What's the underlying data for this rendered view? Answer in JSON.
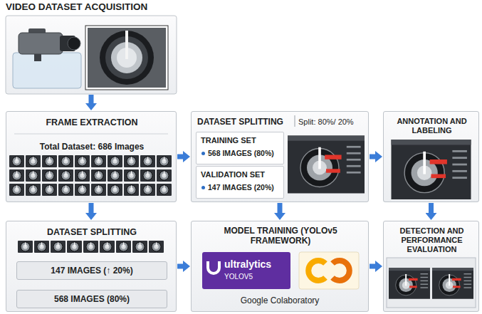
{
  "diagram": {
    "nodes": [
      {
        "text": [
          "VIDEO DATASET ACQUISITION"
        ]
      },
      {
        "text": [
          "FRAME EXTRACTION",
          "Total Dataset: 686 Images"
        ]
      },
      {
        "text": [
          "DATASET SPLITTING",
          "Split: 80%/ 20%"
        ]
      },
      {
        "text": [
          "TRAINING SET",
          "568 IMAGES (80%)"
        ],
        "in": 2
      },
      {
        "text": [
          "VALIDATION SET",
          "147 IMAGES (20%)"
        ],
        "in": 2
      },
      {
        "text": [
          "ANNOTATION AND LABELING"
        ]
      },
      {
        "text": [
          "DATASET SPLITTING"
        ]
      },
      {
        "text": [
          "147 IMAGES (↑ 20%)"
        ],
        "in": 6
      },
      {
        "text": [
          "568 IMAGES (80%)"
        ],
        "in": 6
      },
      {
        "text": [
          "MODEL TRAINING (YOLOv5 FRAMEWORK)",
          "Google Colaboratory"
        ]
      },
      {
        "text": [
          "ultralytics",
          "YOLOV5"
        ],
        "in": 9
      },
      {
        "text": [
          "DETECTION AND PERFORMANCE EVALUATION"
        ]
      }
    ],
    "edges": [
      {
        "from": 0,
        "to": 1,
        "arrow": "to"
      },
      {
        "from": 1,
        "to": 2,
        "arrow": "to"
      },
      {
        "from": 2,
        "to": 5,
        "arrow": "to"
      },
      {
        "from": 1,
        "to": 6,
        "arrow": "to"
      },
      {
        "from": 2,
        "to": 9,
        "arrow": "to"
      },
      {
        "from": 5,
        "to": 11,
        "arrow": "to"
      },
      {
        "from": 6,
        "to": 9,
        "arrow": "to"
      },
      {
        "from": 9,
        "to": 11,
        "arrow": "to"
      }
    ]
  }
}
